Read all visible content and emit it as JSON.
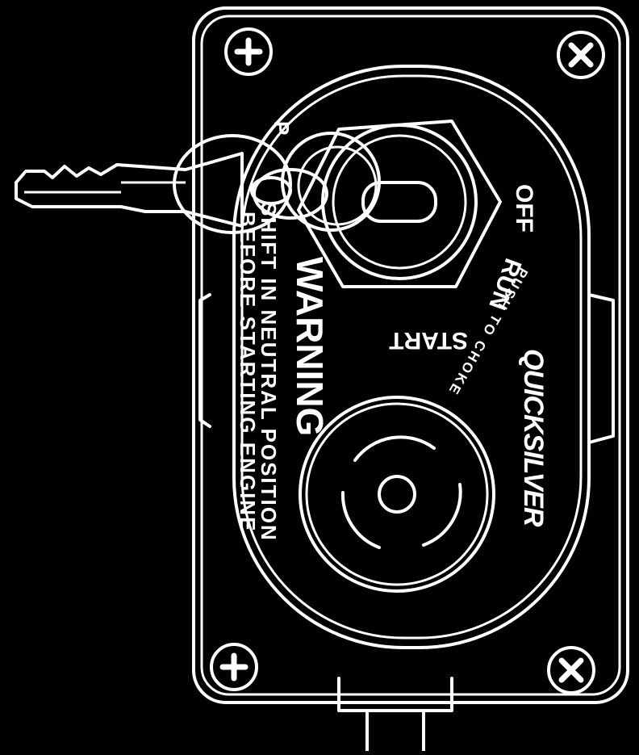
{
  "panel": {
    "warning_title": "WARNING",
    "warning_line1": "SHIFT IN NEUTRAL POSITION",
    "warning_line2": "BEFORE STARTING ENGINE",
    "key_letter": "P",
    "brand": "QUICKSILVER"
  },
  "ignition": {
    "off_label": "OFF",
    "run_label": "RUN",
    "start_label": "START",
    "choke_label": "PUSH TO CHOKE"
  },
  "colors": {
    "background": "#000000",
    "line": "#ffffff"
  }
}
